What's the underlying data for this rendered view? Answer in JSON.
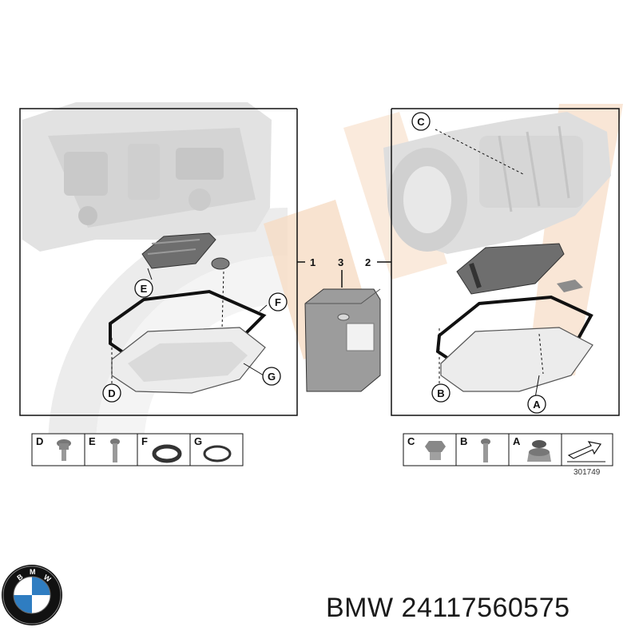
{
  "diagram": {
    "reference_number": "301749",
    "group_labels": [
      "1",
      "2",
      "3"
    ],
    "callouts": [
      "A",
      "B",
      "C",
      "D",
      "E",
      "F",
      "G"
    ],
    "legend_left": [
      "D",
      "E",
      "F",
      "G"
    ],
    "legend_right": [
      "C",
      "B",
      "A"
    ]
  },
  "footer": {
    "logo_letters": "B M W",
    "brand": "BMW",
    "part_number": "24117560575"
  },
  "colors": {
    "line": "#111111",
    "part_grey": "#8a8a8a",
    "watermark_grey": "#e6e6e6",
    "watermark_orange": "#f6dcc4",
    "logo_blue": "#2f7dc1"
  }
}
